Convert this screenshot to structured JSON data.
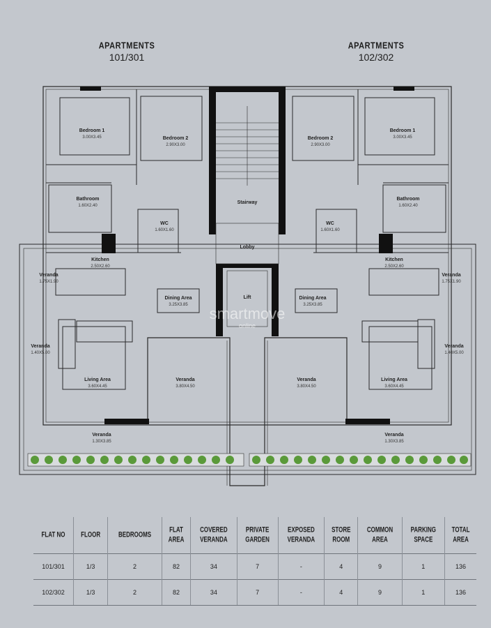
{
  "apartments": [
    {
      "heading": "APARTMENTS",
      "units": "101/301"
    },
    {
      "heading": "APARTMENTS",
      "units": "102/302"
    }
  ],
  "rooms": {
    "left": [
      {
        "name": "Bedroom 1",
        "dim": "3.00X3.45"
      },
      {
        "name": "Bedroom 2",
        "dim": "2.90X3.00"
      },
      {
        "name": "Bathroom",
        "dim": "1.60X2.40"
      },
      {
        "name": "WC",
        "dim": "1.60X1.60"
      },
      {
        "name": "Kitchen",
        "dim": "2.50X2.60"
      },
      {
        "name": "Veranda",
        "dim": "1.75X1.90"
      },
      {
        "name": "Dining Area",
        "dim": "3.25X3.85"
      },
      {
        "name": "Veranda",
        "dim": "1.40X5.00"
      },
      {
        "name": "Living Area",
        "dim": "3.60X4.45"
      },
      {
        "name": "Veranda",
        "dim": "3.80X4.50"
      },
      {
        "name": "Veranda",
        "dim": "1.30X3.85"
      }
    ],
    "right": [
      {
        "name": "Bedroom 2",
        "dim": "2.90X3.00"
      },
      {
        "name": "Bedroom 1",
        "dim": "3.00X3.45"
      },
      {
        "name": "Bathroom",
        "dim": "1.60X2.40"
      },
      {
        "name": "WC",
        "dim": "1.60X1.60"
      },
      {
        "name": "Kitchen",
        "dim": "2.50X2.60"
      },
      {
        "name": "Veranda",
        "dim": "1.75X1.90"
      },
      {
        "name": "Dining Area",
        "dim": "3.25X3.85"
      },
      {
        "name": "Veranda",
        "dim": "1.40X5.00"
      },
      {
        "name": "Living Area",
        "dim": "3.60X4.45"
      },
      {
        "name": "Veranda",
        "dim": "3.80X4.50"
      },
      {
        "name": "Veranda",
        "dim": "1.30X3.85"
      }
    ],
    "core": {
      "stairway": "Stairway",
      "lobby": "Lobby",
      "lift": "Lift"
    }
  },
  "watermark": {
    "brand": "smartmove",
    "sub": "online"
  },
  "table": {
    "headers": [
      [
        "FLAT NO"
      ],
      [
        "FLOOR"
      ],
      [
        "BEDROOMS"
      ],
      [
        "FLAT",
        "AREA"
      ],
      [
        "COVERED",
        "VERANDA"
      ],
      [
        "PRIVATE",
        "GARDEN"
      ],
      [
        "EXPOSED",
        "VERANDA"
      ],
      [
        "STORE",
        "ROOM"
      ],
      [
        "COMMON",
        "AREA"
      ],
      [
        "PARKING",
        "SPACE"
      ],
      [
        "TOTAL",
        "AREA"
      ]
    ],
    "rows": [
      [
        "101/301",
        "1/3",
        "2",
        "82",
        "34",
        "7",
        "-",
        "4",
        "9",
        "1",
        "136"
      ],
      [
        "102/302",
        "1/3",
        "2",
        "82",
        "34",
        "7",
        "-",
        "4",
        "9",
        "1",
        "136"
      ]
    ]
  }
}
